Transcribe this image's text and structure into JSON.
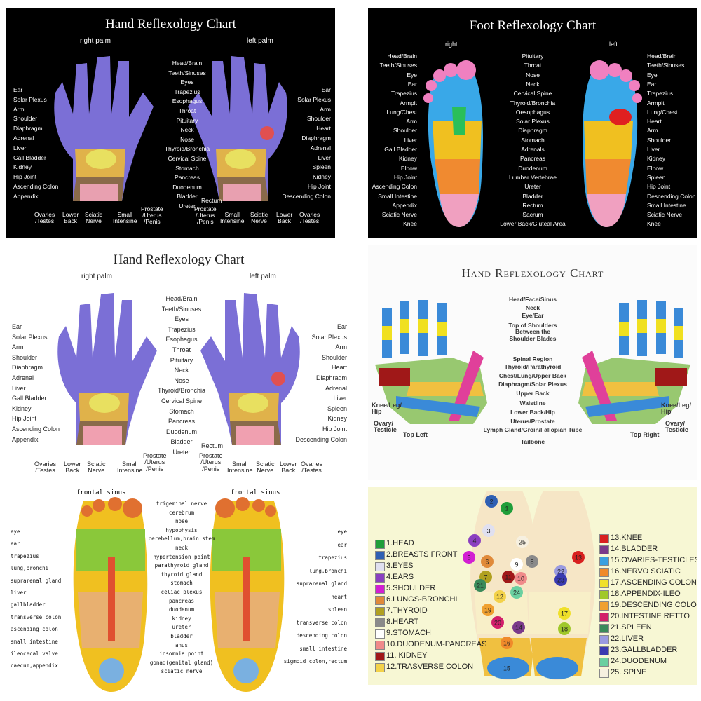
{
  "p1": {
    "title": "Hand Reflexology Chart",
    "right_palm": "right palm",
    "left_palm": "left palm",
    "center": [
      "Head/Brain",
      "Teeth/Sinuses",
      "Eyes",
      "Trapezius",
      "Esophagus",
      "Throat",
      "Pituitary",
      "Neck",
      "Nose",
      "Thyroid/Bronchia",
      "Cervical Spine",
      "Stomach",
      "Pancreas",
      "Duodenum",
      "Bladder",
      "Ureter"
    ],
    "left_side": [
      "Ear",
      "Solar Plexus",
      "Arm",
      "Shoulder",
      "Diaphragm",
      "Adrenal",
      "Liver",
      "Gall Bladder",
      "Kidney",
      "Hip Joint",
      "Ascending Colon",
      "Appendix"
    ],
    "right_side": [
      "Ear",
      "Solar Plexus",
      "Arm",
      "Shoulder",
      "Heart",
      "Diaphragm",
      "Adrenal",
      "Liver",
      "Spleen",
      "Kidney",
      "Hip Joint",
      "Descending Colon"
    ],
    "bottom_left": [
      "Ovaries\n/Testes",
      "Lower\nBack",
      "Sciatic\nNerve",
      "Small\nIntensine",
      "Prostate\n/Uterus\n/Penis"
    ],
    "bottom_right": [
      "Rectum",
      "Prostate\n/Uterus\n/Penis",
      "Small\nIntensine",
      "Sciatic\nNerve",
      "Lower\nBack",
      "Ovaries\n/Testes"
    ]
  },
  "p2": {
    "title": "Foot Reflexology Chart",
    "right": "right",
    "left": "left",
    "left_side": [
      "Head/Brain",
      "Teeth/Sinuses",
      "Eye",
      "Ear",
      "Trapezius",
      "Armpit",
      "Lung/Chest",
      "Arm",
      "Shoulder",
      "Liver",
      "Gall Bladder",
      "Kidney",
      "Elbow",
      "Hip Joint",
      "Ascending Colon",
      "Small Intestine",
      "Appendix",
      "Sciatic Nerve",
      "Knee"
    ],
    "center": [
      "Pituitary",
      "Throat",
      "Nose",
      "Neck",
      "Cervical Spine",
      "Thyroid/Bronchia",
      "Oesophagus",
      "Solar Plexus",
      "Diaphragm",
      "Stomach",
      "Adrenals",
      "Pancreas",
      "Duodenum",
      "Lumbar Vertebrae",
      "Ureter",
      "Bladder",
      "Rectum",
      "Sacrum",
      "Lower Back/Gluteal Area"
    ],
    "right_side": [
      "Head/Brain",
      "Teeth/Sinuses",
      "Eye",
      "Ear",
      "Trapezius",
      "Armpit",
      "Lung/Chest",
      "Heart",
      "Arm",
      "Shoulder",
      "Liver",
      "Kidney",
      "Elbow",
      "Spleen",
      "Hip Joint",
      "Descending Colon",
      "Small Intestine",
      "Sciatic Nerve",
      "Knee"
    ]
  },
  "p4": {
    "title": "Hand Reflexology Chart",
    "center": [
      "Head/Face/Sinus",
      "Neck",
      "Eye/Ear",
      "Top of Shoulders\nBetween the\nShoulder Blades",
      "Spinal Region",
      "Thyroid/Parathyroid",
      "Chest/Lung/Upper Back",
      "Diaphragm/Solar Plexus",
      "Upper Back",
      "Waistline",
      "Lower Back/Hip",
      "Uterus/Prostate",
      "Lymph Gland/Groin/Fallopian Tube",
      "Tailbone"
    ],
    "knee_left": "Knee/Leg/\nHip",
    "knee_right": "Knee/Leg/\nHip",
    "ovary_left": "Ovary/\nTesticle",
    "ovary_right": "Ovary/\nTesticle",
    "top_left": "Top Left",
    "top_right": "Top Right"
  },
  "p5": {
    "top": "frontal sinus",
    "top_right": "frontal sinus",
    "center": [
      "trigeminal nerve",
      "cerebrum",
      "nose",
      "hypophysis",
      "cerebellum,brain stem",
      "neck",
      "hypertension point",
      "parathyroid gland",
      "thyroid gland",
      "stomach",
      "celiac plexus",
      "pancreas",
      "duodenum",
      "kidney",
      "ureter",
      "bladder",
      "anus",
      "insomnia point",
      "gonad(genital gland)",
      "sciatic nerve"
    ],
    "left_side": [
      "eye",
      "ear",
      "trapezius",
      "lung,bronchi",
      "suprarenal gland",
      "liver",
      "gallbladder",
      "transverse colon",
      "ascending colon",
      "small intestine",
      "ileocecal valve",
      "caecum,appendix"
    ],
    "right_side": [
      "eye",
      "ear",
      "trapezius",
      "lung,bronchi",
      "suprarenal gland",
      "heart",
      "spleen",
      "transverse colon",
      "descending colon",
      "small intestine",
      "sigmoid colon,rectum"
    ]
  },
  "p6": {
    "legend_left": [
      "1.HEAD",
      "2.BREASTS FRONT",
      "3.EYES",
      "4.EARS",
      "5.SHOULDER",
      "6.LUNGS-BRONCHI",
      "7.THYROID",
      "8.HEART",
      "9.STOMACH",
      "10.DUODENUM-PANCREAS",
      "11. KIDNEY",
      "12.TRASVERSE COLON"
    ],
    "legend_right": [
      "13.KNEE",
      "14.BLADDER",
      "15.OVARIES-TESTICLES",
      "16.NERVO SCIATIC",
      "17.ASCENDING COLON",
      "18.APPENDIX-ILEO",
      "19.DESCENDING COLON",
      "20.INTESTINE RETTO",
      "21.SPLEEN",
      "22.LIVER",
      "23.GALLBLADDER",
      "24.DUODENUM",
      "25. SPINE"
    ],
    "colors_left": [
      "#1f9e3a",
      "#2f5fb3",
      "#e0e0f0",
      "#8a3fc0",
      "#d21fd2",
      "#e08a3a",
      "#b0a020",
      "#8a8a8a",
      "#ffffff",
      "#f08a8a",
      "#a01818",
      "#f3d24a"
    ],
    "colors_right": [
      "#d81f1f",
      "#7a3a8a",
      "#3aa0e0",
      "#f08a2a",
      "#f0e02a",
      "#a0c82a",
      "#f0a030",
      "#d21f6a",
      "#3a8a5a",
      "#9a9ae0",
      "#3a3ab0",
      "#6ad0a0",
      "#f6f0e0"
    ],
    "zone_numbers": [
      "1",
      "2",
      "3",
      "4",
      "5",
      "6",
      "7",
      "8",
      "9",
      "10",
      "11",
      "12",
      "13",
      "14",
      "15",
      "16",
      "17",
      "18",
      "19",
      "20",
      "21",
      "22",
      "23",
      "24",
      "25"
    ]
  }
}
